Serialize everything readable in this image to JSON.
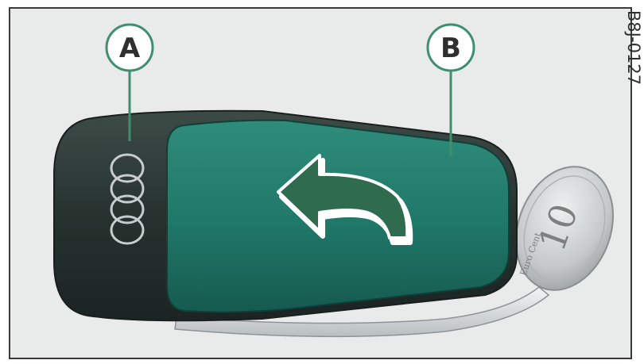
{
  "figure": {
    "code": "B8J-0127",
    "callouts": [
      {
        "label": "A",
        "refers_to": "key-housing"
      },
      {
        "label": "B",
        "refers_to": "battery-cover"
      }
    ],
    "coin": {
      "value": "10",
      "text": "Euro Cent"
    },
    "colors": {
      "background": "#e9eaea",
      "frame": "#3a3a3a",
      "key_body": "#2c3a36",
      "cover": "#1f7a6a",
      "callout_circle": "#3f8f6f",
      "coin": "#c9cccd",
      "metal_blade": "#d8dcde"
    },
    "icons": {
      "logo": "four-rings-logo",
      "arrow": "curved-arrow-left-icon"
    }
  }
}
